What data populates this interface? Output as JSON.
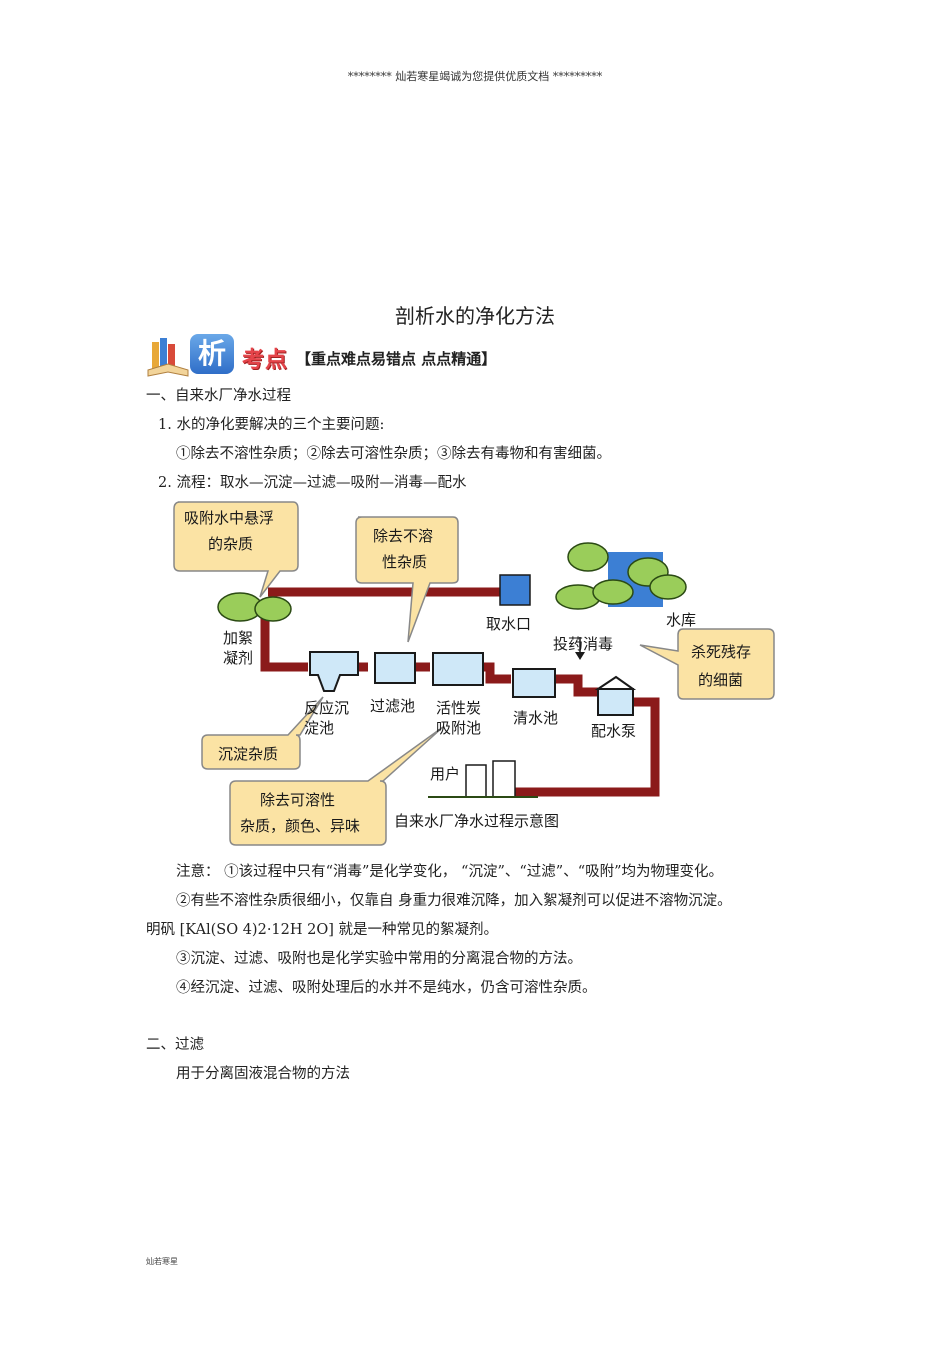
{
  "header": {
    "text": "********    灿若寒星竭诚为您提供优质文档    *********"
  },
  "title": "剖析水的净化方法",
  "banner": {
    "xi": "析",
    "kao": "考点",
    "tag": "【重点难点易错点  点点精通】"
  },
  "section1": {
    "heading": "一、自来水厂净水过程",
    "item1": "1.  水的净化要解决的三个主要问题:",
    "item1_detail": "①除去不溶性杂质；②除去可溶性杂质；③除去有毒物和有害细菌。",
    "item2": "2.  流程：取水—沉淀—过滤—吸附—消毒—配水"
  },
  "diagram": {
    "bubble_top_left": [
      "吸附水中悬浮",
      "的杂质"
    ],
    "bubble_top_mid": [
      "除去不溶",
      "性杂质"
    ],
    "bubble_right": [
      "杀死残存",
      "的细菌"
    ],
    "bubble_bottom_left": "沉淀杂质",
    "bubble_bottom_mid": [
      "除去可溶性",
      "杂质，颜色、异味"
    ],
    "intake": "取水口",
    "reservoir": "水库",
    "coagulant": [
      "加絮",
      "凝剂"
    ],
    "disinfect": "投药消毒",
    "tank1": [
      "反应沉",
      "淀池"
    ],
    "tank2": "过滤池",
    "tank3": [
      "活性炭",
      "吸附池"
    ],
    "tank4": "清水池",
    "pump": "配水泵",
    "user": "用户",
    "caption": "自来水厂净水过程示意图"
  },
  "notes": {
    "n1": "注意：  ①该过程中只有“消毒”是化学变化，       “沉淀”、“过滤”、“吸附”均为物理变化。",
    "n2": "②有些不溶性杂质很细小，仅靠自       身重力很难沉降，加入絮凝剂可以促进不溶物沉淀。",
    "n2b": "明矾 [KAl(SO  4)2·12H  2O] 就是一种常见的絮凝剂。",
    "n3": "③沉淀、过滤、吸附也是化学实验中常用的分离混合物的方法。",
    "n4": "④经沉淀、过滤、吸附处理后的水并不是纯水，仍含可溶性杂质。"
  },
  "section2": {
    "heading": "二、过滤",
    "line1": "用于分离固液混合物的方法"
  },
  "footer": "灿若寒星"
}
